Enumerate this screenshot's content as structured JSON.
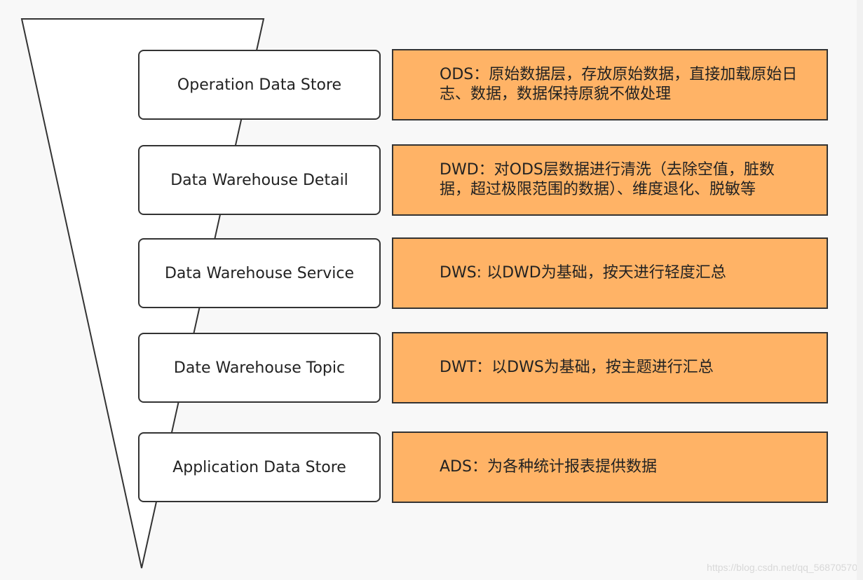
{
  "layers": [
    {
      "name": "Operation Data Store",
      "desc": "ODS：原始数据层，存放原始数据，直接加载原始日志、数据，数据保持原貌不做处理"
    },
    {
      "name": "Data Warehouse Detail",
      "desc": "DWD：对ODS层数据进行清洗（去除空值，脏数据，超过极限范围的数据）、维度退化、脱敏等"
    },
    {
      "name": "Data Warehouse Service",
      "desc": "DWS: 以DWD为基础，按天进行轻度汇总"
    },
    {
      "name": "Date Warehouse Topic",
      "desc": "DWT：以DWS为基础，按主题进行汇总"
    },
    {
      "name": "Application Data Store",
      "desc": "ADS：为各种统计报表提供数据"
    }
  ],
  "watermark": "https://blog.csdn.net/qq_56870570",
  "colors": {
    "desc_fill": "#ffb366",
    "border": "#333333",
    "name_fill": "#ffffff"
  }
}
